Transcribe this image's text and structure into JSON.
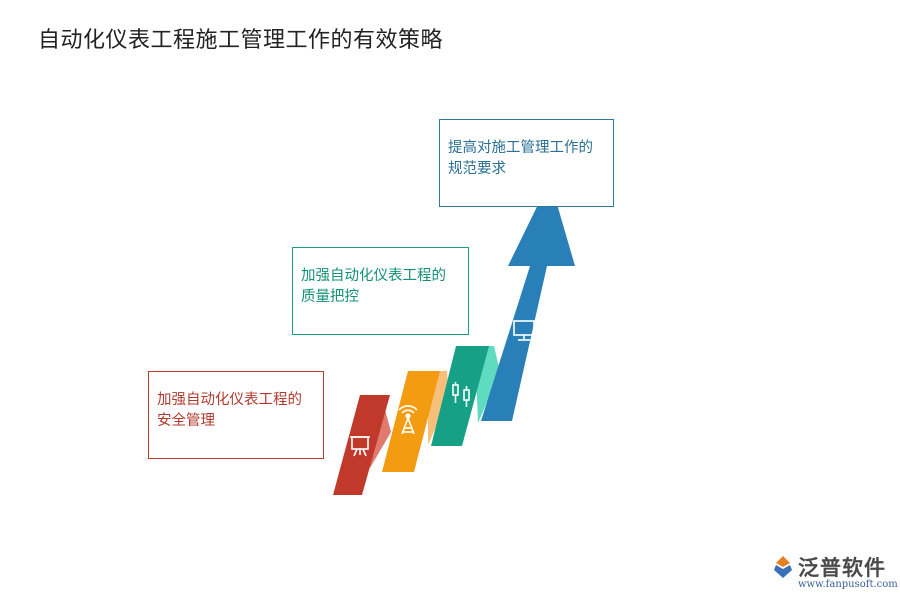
{
  "title": "自动化仪表工程施工管理工作的有效策略",
  "steps": [
    {
      "label": "加强自动化仪表工程的安全管理",
      "icon": "presentation-board-icon",
      "color": "#c0392b"
    },
    {
      "label": "加强自动化仪表工程的质量把控",
      "icon": "signal-tower-icon",
      "color": "#f39c12"
    },
    {
      "label": "",
      "icon": "usb-plug-icon",
      "color": "#16a085"
    },
    {
      "label": "提高对施工管理工作的规范要求",
      "icon": "monitor-icon",
      "color": "#2980b9"
    }
  ],
  "logo": {
    "name": "泛普软件",
    "url": "www.fanpusoft.com"
  }
}
